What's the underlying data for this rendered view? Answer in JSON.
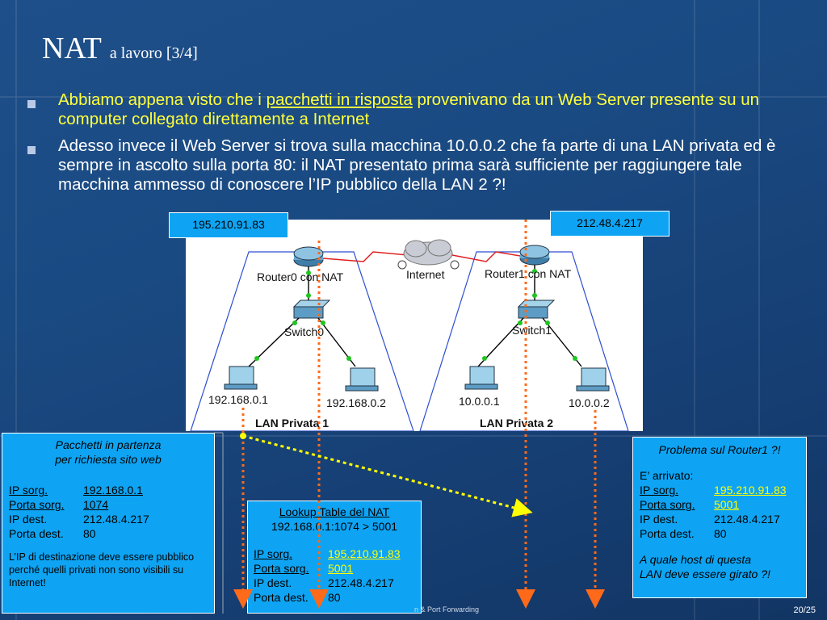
{
  "title": {
    "main": "NAT",
    "sub": "a lavoro [3/4]"
  },
  "bullets": {
    "b1_pre": "Abbiamo appena visto che i ",
    "b1_link": "pacchetti in risposta",
    "b1_post": " provenivano da un Web Server presente su un computer collegato direttamente a Internet",
    "b2": "Adesso invece il Web Server si trova sulla macchina 10.0.0.2 che fa parte di una LAN privata ed è sempre in ascolto sulla porta 80: il NAT presentato prima sarà sufficiente per raggiungere tale macchina ammesso di conoscere l’IP pubblico della LAN 2 ?!"
  },
  "diagram": {
    "ip_left": "195.210.91.83",
    "ip_right": "212.48.4.217",
    "router0": "Router0 con NAT",
    "router1": "Router1 con NAT",
    "internet": "Internet",
    "switch0": "Switch0",
    "switch1": "Switch1",
    "pc_a": "192.168.0.1",
    "pc_b": "192.168.0.2",
    "pc_c": "10.0.0.1",
    "pc_d": "10.0.0.2",
    "lan1": "LAN Privata 1",
    "lan2": "LAN Privata 2"
  },
  "left_panel": {
    "heading1": "Pacchetti in partenza",
    "heading2": "per richiesta sito web",
    "r1k": "IP sorg.",
    "r1v": "192.168.0.1",
    "r2k": "Porta sorg.",
    "r2v": "1074",
    "r3k": "IP dest.",
    "r3v": "212.48.4.217",
    "r4k": "Porta dest.",
    "r4v": "80",
    "note": "L’IP di destinazione deve essere pubblico perché quelli privati non sono visibili su Internet!"
  },
  "mid_panel": {
    "heading": "Lookup Table del NAT",
    "mapping": "192.168.0.1:1074 > 5001",
    "r1k": "IP sorg.",
    "r1v": "195.210.91.83",
    "r2k": "Porta sorg.",
    "r2v": "5001",
    "r3k": "IP dest.",
    "r3v": "212.48.4.217",
    "r4k": "Porta dest.",
    "r4v": "80"
  },
  "right_panel": {
    "heading": "Problema sul Router1 ?!",
    "arrived": "E’ arrivato:",
    "r1k": "IP sorg.",
    "r1v": "195.210.91.83",
    "r2k": "Porta sorg.",
    "r2v": "5001",
    "r3k": "IP dest.",
    "r3v": "212.48.4.217",
    "r4k": "Porta dest.",
    "r4v": "80",
    "q1": "A quale host di questa",
    "q2": "LAN deve essere girato ?!"
  },
  "footer": {
    "text": "n & Port Forwarding",
    "page": "20/25"
  },
  "colors": {
    "accent": "#0ea4f3",
    "highlight": "#ffff00",
    "arrow": "#ff6a1a"
  }
}
